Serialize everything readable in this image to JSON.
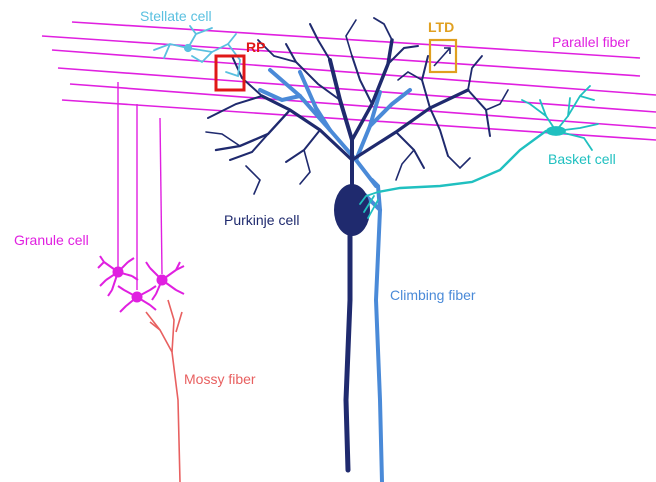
{
  "labels": {
    "stellate_cell": "Stellate cell",
    "rp": "RP",
    "ltd": "LTD",
    "parallel_fiber": "Parallel fiber",
    "basket_cell": "Basket cell",
    "purkinje_cell": "Purkinje cell",
    "granule_cell": "Granule cell",
    "climbing_fiber": "Climbing fiber",
    "mossy_fiber": "Mossy fiber"
  },
  "colors": {
    "parallel_fiber": "#e020e0",
    "purkinje": "#1f2a6e",
    "climbing": "#4a8ad8",
    "stellate": "#5ac0e0",
    "basket": "#20c0c0",
    "mossy": "#e86060",
    "rp_box": "#e01818",
    "ltd_box": "#e0a020"
  }
}
